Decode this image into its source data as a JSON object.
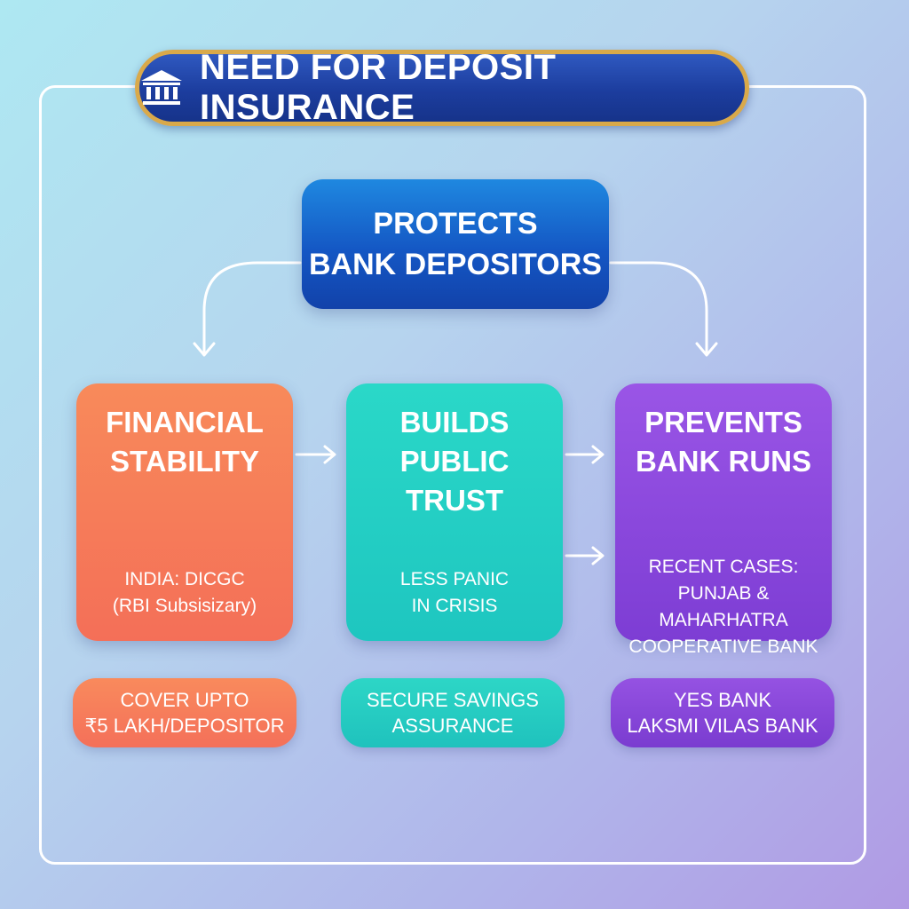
{
  "title": "NEED FOR DEPOSIT INSURANCE",
  "icons": {
    "title_icon": "bank-building-icon"
  },
  "colors": {
    "title_bg": "#1c3d9e",
    "title_border": "#d9a94a",
    "top_box": "#1457c4",
    "orange": "#f46f58",
    "teal": "#1ec6c0",
    "purple": "#7d3dd4"
  },
  "top_box": {
    "lines": [
      "PROTECTS",
      "BANK DEPOSITORS"
    ]
  },
  "cards": [
    {
      "title_lines": [
        "FINANCIAL",
        "STABILITY"
      ],
      "sub_lines": [
        "INDIA: DICGC",
        "(RBI Subsisizary)"
      ]
    },
    {
      "title_lines": [
        "BUILDS",
        "PUBLIC",
        "TRUST"
      ],
      "sub_lines": [
        "LESS PANIC",
        "IN CRISIS"
      ]
    },
    {
      "title_lines": [
        "PREVENTS",
        "BANK RUNS"
      ],
      "sub_lines": [
        "RECENT CASES:",
        "PUNJAB & MAHARHATRA",
        "COOPERATIVE BANK"
      ]
    }
  ],
  "pills": [
    {
      "lines": [
        "COVER UPTO",
        "₹5 LAKH/DEPOSITOR"
      ]
    },
    {
      "lines": [
        "SECURE SAVINGS",
        "ASSURANCE"
      ]
    },
    {
      "lines": [
        "YES BANK",
        "LAKSMI VILAS BANK"
      ]
    }
  ]
}
